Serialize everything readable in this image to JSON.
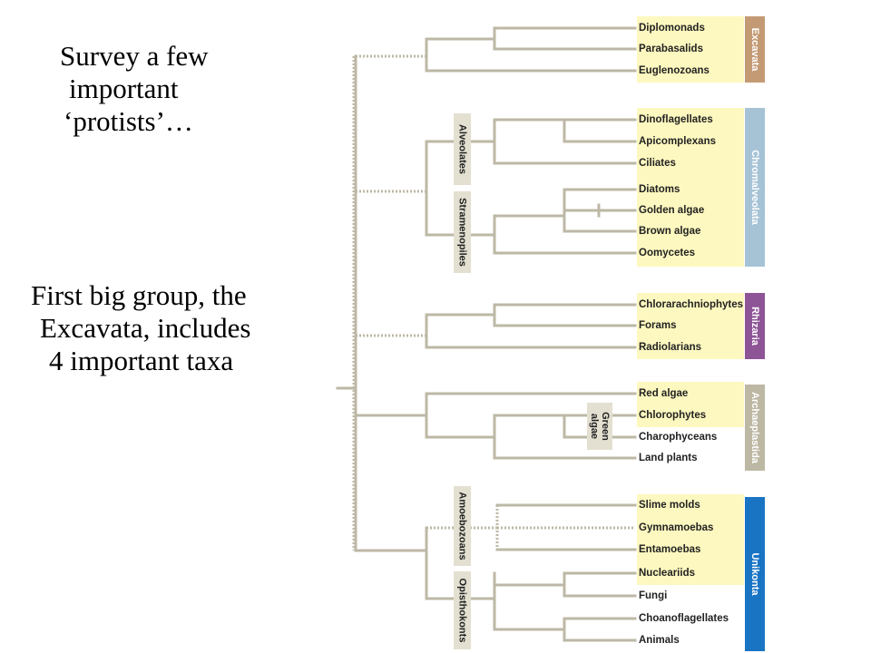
{
  "slide": {
    "intro_lines": [
      "Survey a few",
      "important",
      "‘protists’…"
    ],
    "body_lines": [
      "First big group, the",
      "Excavata, includes",
      "4 important taxa"
    ]
  },
  "groups": [
    {
      "name": "Excavata",
      "color": "#c49a74",
      "text_color": "#ffffff"
    },
    {
      "name": "Chromalveolata",
      "color": "#a6c3d6",
      "text_color": "#1f2f3f"
    },
    {
      "name": "Rhizaria",
      "color": "#8e5596",
      "text_color": "#ffffff"
    },
    {
      "name": "Archaeplastida",
      "color": "#bdb8a4",
      "text_color": "#222222"
    },
    {
      "name": "Unikonta",
      "color": "#1a74c4",
      "text_color": "#ffffff"
    }
  ],
  "taxa": [
    "Diplomonads",
    "Parabasalids",
    "Euglenozoans",
    "Dinoflagellates",
    "Apicomplexans",
    "Ciliates",
    "Diatoms",
    "Golden algae",
    "Brown algae",
    "Oomycetes",
    "Chlorarachniophytes",
    "Forams",
    "Radiolarians",
    "Red algae",
    "Chlorophytes",
    "Charophyceans",
    "Land plants",
    "Slime molds",
    "Gymnamoebas",
    "Entamoebas",
    "Nucleariids",
    "Fungi",
    "Choanoflagellates",
    "Animals"
  ],
  "subgroups": [
    "Alveolates",
    "Stramenopiles",
    "Green algae",
    "Amoebozoans",
    "Opisthokonts"
  ],
  "colors": {
    "branch": "#bdb8a6",
    "highlight": "#fdf8bf",
    "subgroup_box": "#e3e0d1",
    "text": "#222222"
  }
}
